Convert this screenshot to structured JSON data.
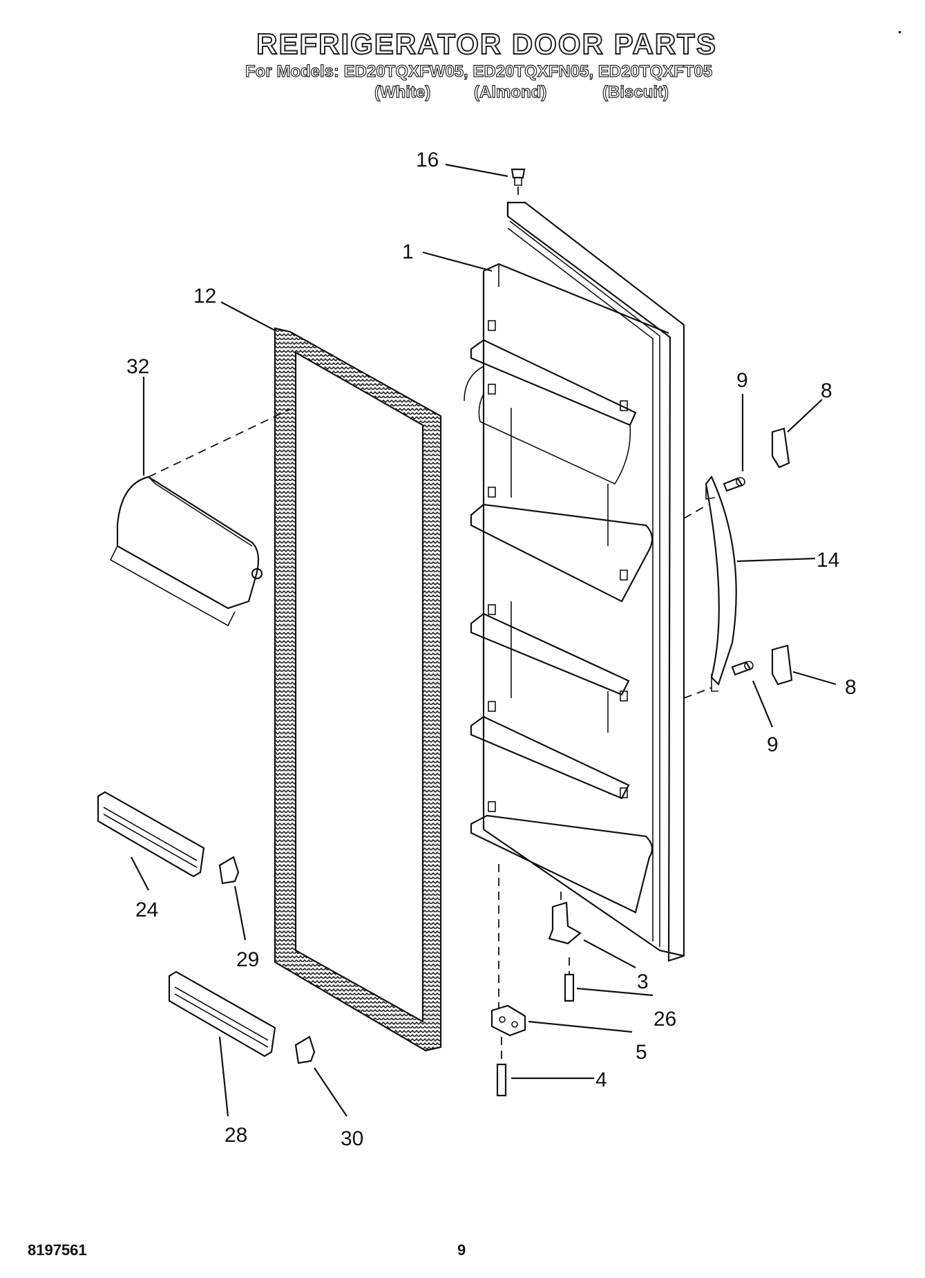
{
  "header": {
    "title": "REFRIGERATOR DOOR PARTS",
    "models_line": "For Models: ED20TQXFW05, ED20TQXFN05, ED20TQXFT05",
    "variants": [
      "(White)",
      "(Almond)",
      "(Biscuit)"
    ]
  },
  "callouts": {
    "c16": "16",
    "c1": "1",
    "c12": "12",
    "c32": "32",
    "c9a": "9",
    "c8a": "8",
    "c14": "14",
    "c8b": "8",
    "c9b": "9",
    "c24": "24",
    "c29": "29",
    "c3": "3",
    "c26": "26",
    "c5": "5",
    "c4": "4",
    "c28": "28",
    "c30": "30"
  },
  "footer": {
    "document_id": "8197561",
    "page_number": "9"
  }
}
